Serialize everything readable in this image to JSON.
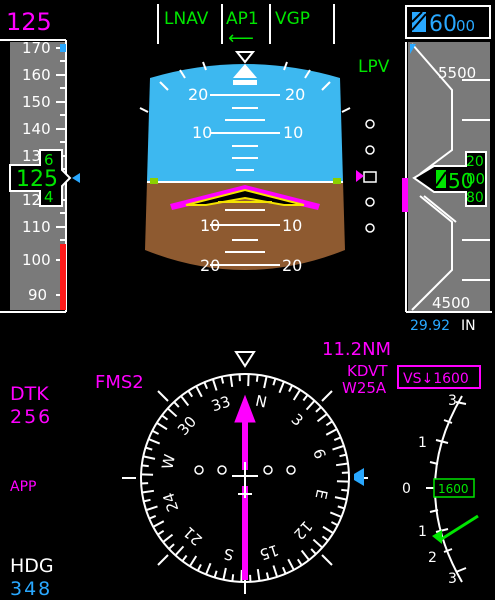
{
  "colors": {
    "magenta": "#ff00ff",
    "green": "#00e600",
    "cyan": "#29a8ff",
    "white": "#ffffff",
    "sky": "#3db8f0",
    "ground": "#8e5a30",
    "yellow": "#f4e200",
    "red": "#ff1a1a"
  },
  "airspeed": {
    "selected": "125",
    "current_big": "125",
    "roll_digit_above": "6",
    "roll_digit_below": "4",
    "tape_labels": [
      "170",
      "160",
      "150",
      "140",
      "130",
      "120",
      "110",
      "100",
      "90"
    ]
  },
  "annunciators": {
    "lateral": "LNAV",
    "autopilot": "AP1",
    "vertical": "VGP",
    "arrow": "⟵",
    "approach": "LPV"
  },
  "altitude": {
    "selected": "6000",
    "selected_big": "60",
    "selected_small": "00",
    "current": "5000",
    "current_big": "50",
    "roll_above": "20",
    "roll_main": "00",
    "roll_below": "80",
    "tape_top": "5500",
    "tape_bottom": "4500",
    "baro": "29.92",
    "baro_unit": "IN"
  },
  "attitude": {
    "pitch_labels": [
      "20",
      "10",
      "10",
      "20"
    ]
  },
  "nav": {
    "source": "FMS2",
    "distance": "11.2NM",
    "waypoint1": "KDVT",
    "waypoint2": "W25A",
    "vs_target": "VS↓1600",
    "dtk_label": "DTK",
    "dtk_value": "256",
    "app_label": "APP",
    "hdg_label": "HDG",
    "hdg_value": "348",
    "compass_labels": [
      "24",
      "W",
      "30",
      "33",
      "N",
      "3",
      "E",
      "12",
      "S",
      "21",
      "6",
      "15"
    ]
  },
  "vsi": {
    "labels": [
      "3",
      "1",
      "0",
      "1",
      "2",
      "3"
    ],
    "readout": "1600"
  }
}
